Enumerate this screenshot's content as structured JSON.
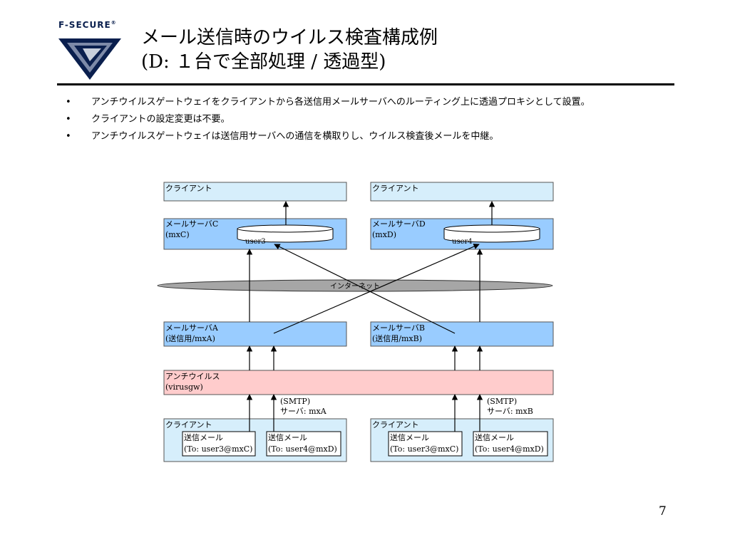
{
  "logo": {
    "text": "F-SECURE",
    "mark": "®"
  },
  "title": {
    "line1": "メール送信時のウイルス検査構成例",
    "line2": "(D: １台で全部処理 / 透過型)"
  },
  "bullets": [
    {
      "marker": "•",
      "text": "アンチウイルスゲートウェイをクライアントから各送信用メールサーバへのルーティング上に透過プロキシとして設置。"
    },
    {
      "marker": "•",
      "text": "クライアントの設定変更は不要。"
    },
    {
      "marker": "•",
      "text": "アンチウイルスゲートウェイは送信用サーバへの通信を横取りし、ウイルス検査後メールを中継。"
    }
  ],
  "diagram": {
    "top_client_left": "クライアント",
    "top_client_right": "クライアント",
    "server_c": {
      "line1": "メールサーバC",
      "line2": "(mxC)",
      "mailbox": "user3"
    },
    "server_d": {
      "line1": "メールサーバD",
      "line2": "(mxD)",
      "mailbox": "user4"
    },
    "internet": "インターネット",
    "server_a": {
      "line1": "メールサーバA",
      "line2": "(送信用/mxA)"
    },
    "server_b": {
      "line1": "メールサーバB",
      "line2": "(送信用/mxB)"
    },
    "antivirus": {
      "line1": "アンチウイルス",
      "line2": "(virusgw)"
    },
    "smtp_left": {
      "line1": "(SMTP)",
      "line2": "サーバ: mxA"
    },
    "smtp_right": {
      "line1": "(SMTP)",
      "line2": "サーバ: mxB"
    },
    "bottom_client_left": {
      "label": "クライアント",
      "mail1": {
        "line1": "送信メール",
        "line2": "(To: user3@mxC)"
      },
      "mail2": {
        "line1": "送信メール",
        "line2": "(To: user4@mxD)"
      }
    },
    "bottom_client_right": {
      "label": "クライアント",
      "mail1": {
        "line1": "送信メール",
        "line2": "(To: user3@mxC)"
      },
      "mail2": {
        "line1": "送信メール",
        "line2": "(To: user4@mxD)"
      }
    }
  },
  "page_number": "7",
  "colors": {
    "client_fill": "#d6eefb",
    "server_fill": "#99ccff",
    "antivirus_fill": "#ffcccc",
    "internet_fill": "#a6a6a6",
    "logo_navy": "#0a1f4e"
  }
}
